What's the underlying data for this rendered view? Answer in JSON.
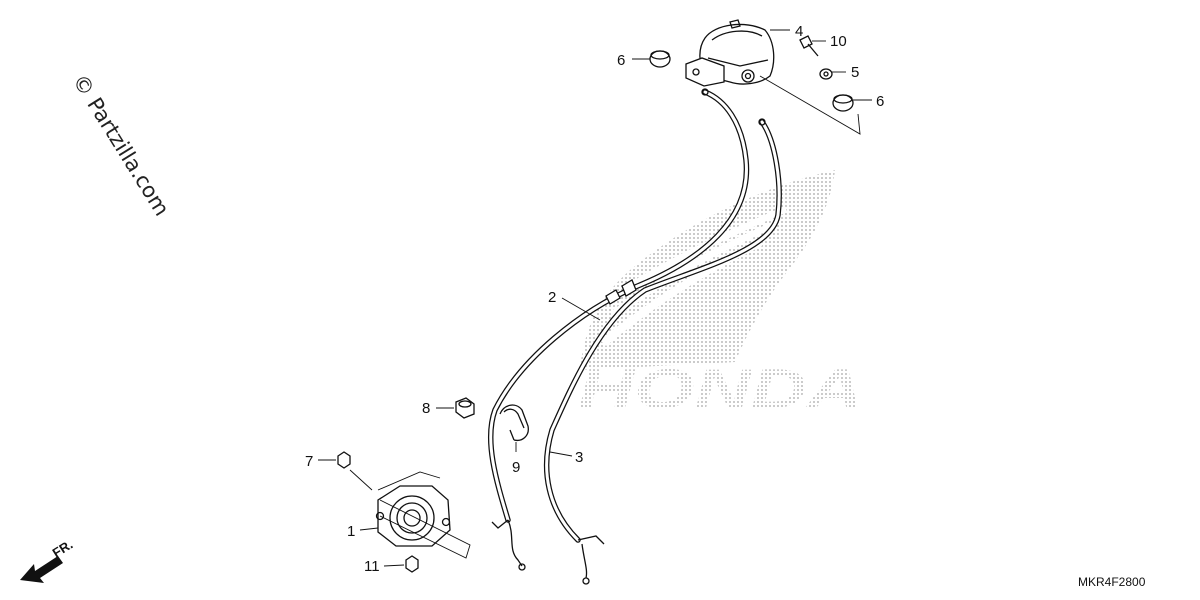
{
  "watermark": {
    "text": "© Partzilla.com"
  },
  "brand_logo": {
    "text": "HONDA"
  },
  "diagram_code": "MKR4F2800",
  "front_indicator": {
    "label": "FR."
  },
  "colors": {
    "line": "#111111",
    "background": "#ffffff",
    "logo_dots": "#a6a6a6"
  },
  "callouts": [
    {
      "id": "c1",
      "label": "1"
    },
    {
      "id": "c2",
      "label": "2"
    },
    {
      "id": "c3",
      "label": "3"
    },
    {
      "id": "c4",
      "label": "4"
    },
    {
      "id": "c5",
      "label": "5"
    },
    {
      "id": "c6a",
      "label": "6"
    },
    {
      "id": "c6b",
      "label": "6"
    },
    {
      "id": "c7",
      "label": "7"
    },
    {
      "id": "c8",
      "label": "8"
    },
    {
      "id": "c9",
      "label": "9"
    },
    {
      "id": "c10",
      "label": "10"
    },
    {
      "id": "c11",
      "label": "11"
    }
  ]
}
